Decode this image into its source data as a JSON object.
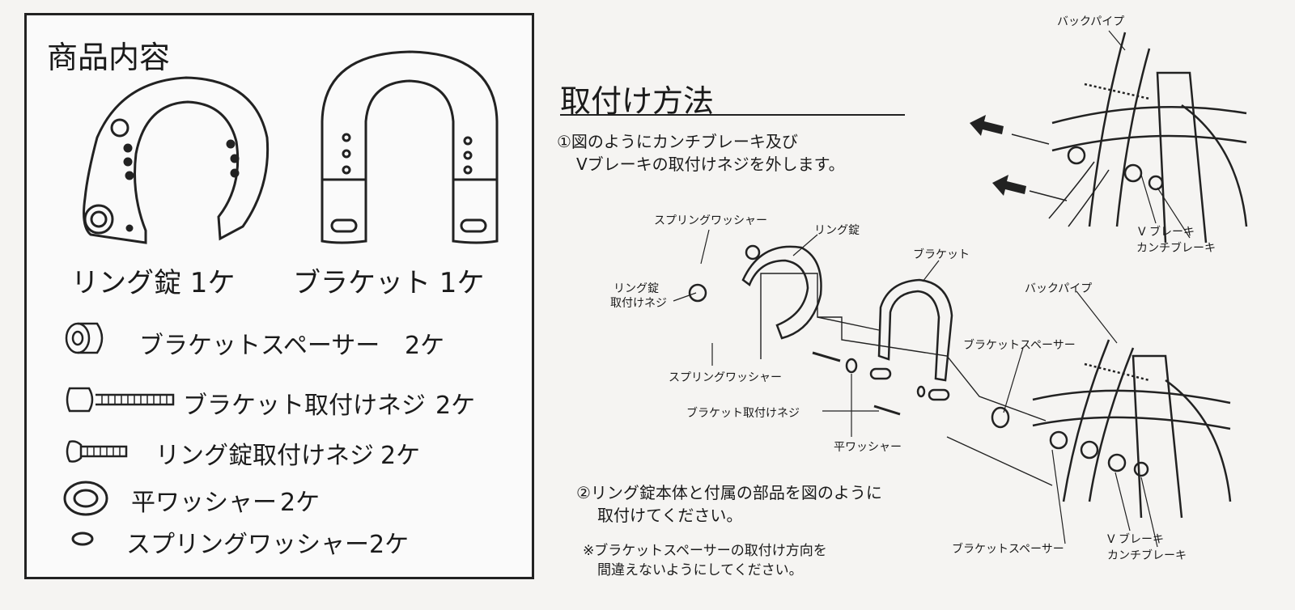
{
  "contents": {
    "title": "商品内容",
    "ring_lock_label": "リング錠 1ケ",
    "bracket_label": "ブラケット 1ケ",
    "items": [
      {
        "label": "ブラケットスペーサー",
        "qty": "2ケ"
      },
      {
        "label": "ブラケット取付けネジ",
        "qty": "2ケ"
      },
      {
        "label": "リング錠取付けネジ",
        "qty": "2ケ"
      },
      {
        "label": "平ワッシャー",
        "qty": "2ケ"
      },
      {
        "label": "スプリングワッシャー",
        "qty": "2ケ"
      }
    ]
  },
  "method": {
    "title": "取付け方法",
    "step1_line1": "①図のようにカンチブレーキ及び",
    "step1_line2": "Vブレーキの取付けネジを外します。",
    "step2_line1": "②リング錠本体と付属の部品を図のように",
    "step2_line2": "取付けてください。",
    "note_line1": "※ブラケットスペーサーの取付け方向を",
    "note_line2": "間違えないようにしてください。"
  },
  "diagram1": {
    "back_pipe": "バックパイプ",
    "v_brake": "V ブレーキ",
    "cantilever": "カンチブレーキ"
  },
  "diagram2": {
    "spring_washer_top": "スプリングワッシャー",
    "ring_lock": "リング錠",
    "ring_lock_screw_1": "リング錠",
    "ring_lock_screw_2": "取付けネジ",
    "bracket": "ブラケット",
    "back_pipe": "バックパイプ",
    "bracket_spacer_top": "ブラケットスペーサー",
    "spring_washer_bottom": "スプリングワッシャー",
    "bracket_screw": "ブラケット取付けネジ",
    "flat_washer": "平ワッシャー",
    "bracket_spacer_bottom": "ブラケットスペーサー",
    "v_brake": "V ブレーキ",
    "cantilever": "カンチブレーキ"
  }
}
